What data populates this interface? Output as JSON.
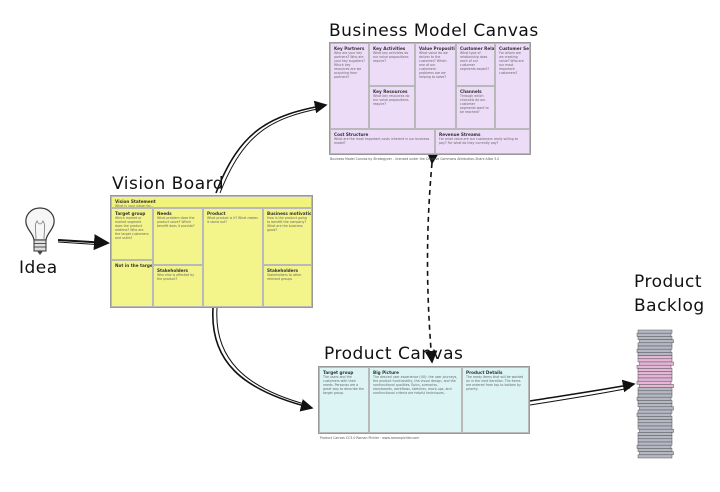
{
  "labels": {
    "idea": "Idea",
    "vision_board": "Vision Board",
    "business_model_canvas": "Business Model Canvas",
    "product_canvas": "Product Canvas",
    "product_backlog_line1": "Product",
    "product_backlog_line2": "Backlog"
  },
  "vision_board": {
    "vision_statement": "Vision Statement",
    "vision_sub": "What is your vision for...",
    "target_group": "Target group",
    "target_group_text": "Which market or market segment does the product address? Who are the target customers and users?",
    "needs": "Needs",
    "needs_text": "What problem does the product solve? Which benefit does it provide?",
    "product": "Product",
    "product_text": "What product is it? What makes it stand out?",
    "business_goals": "Business motivations",
    "business_goals_text": "How is the product going to benefit the company? What are the business goals?",
    "not_target": "Not in the target group",
    "stakeholders1": "Stakeholders",
    "stakeholders1_text": "Who else is affected by the product?",
    "stakeholders2": "Stakeholders",
    "stakeholders2_text": "Stakeholders to other relevant groups"
  },
  "bmc": {
    "key_partners": "Key Partners",
    "key_partners_text": "Who are your key partners? Who are your key suppliers? Which key resources are we acquiring from partners?",
    "key_activities": "Key Activities",
    "key_activities_text": "What key activities do our value propositions require?",
    "value_propositions": "Value Proposition",
    "value_propositions_text": "What value do we deliver to the customer? Which one of our customers' problems are we helping to solve?",
    "customer_relationships": "Customer Relationships",
    "customer_relationships_text": "What type of relationship does each of our customer segments expect?",
    "customer_segments": "Customer Segments",
    "customer_segments_text": "For whom are we creating value? Who are our most important customers?",
    "key_resources": "Key Resources",
    "key_resources_text": "What key resources do our value propositions require?",
    "channels": "Channels",
    "channels_text": "Through which channels do our customer segments want to be reached?",
    "cost_structure": "Cost Structure",
    "cost_structure_text": "What are the most important costs inherent in our business model?",
    "revenue_streams": "Revenue Streams",
    "revenue_streams_text": "For what value are our customers really willing to pay? For what do they currently pay?",
    "footer": "Business Model Canvas by Strategyzer - licensed under the Creative Commons Attribution-Share Alike 3.0"
  },
  "product_canvas": {
    "target_group": "Target group",
    "target_group_text": "The users and the customers with their needs. Personas are a great way to describe the target group.",
    "big_picture": "Big Picture",
    "big_picture_text": "The desired user experience (UX): the user journeys, the product functionality, the visual design, and the nonfunctional qualities. Epics, scenarios, storyboards, workflows, sketches, mock-ups, and nonfunctional criteria are helpful techniques.",
    "product_details": "Product Details",
    "product_details_text": "The ready items that will be worked on in the next iteration. The items are ordered from top to bottom by priority.",
    "footer": "Product Canvas CC3.0 Roman Pichler · www.romanpichler.com"
  },
  "colors": {
    "vision_board": "#f3f58a",
    "bmc": "#eddcf8",
    "product_canvas": "#dcf5f4",
    "backlog_gray": "#b5b8c3",
    "backlog_pink": "#e5b6d8"
  }
}
